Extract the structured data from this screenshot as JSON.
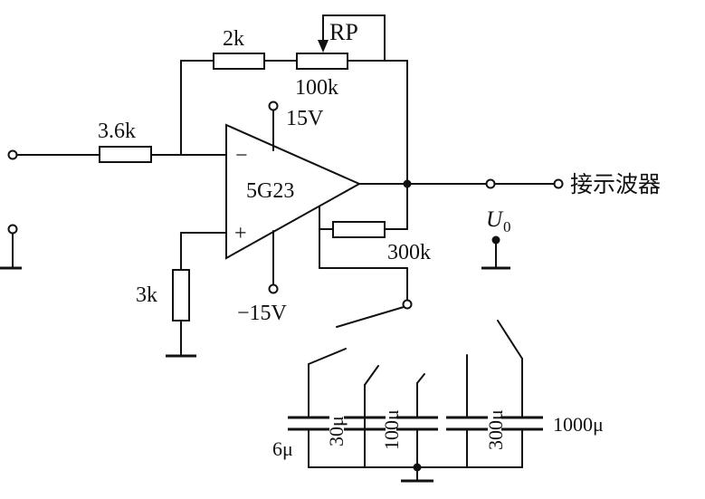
{
  "components": {
    "r_input": "3.6k",
    "r_feedback_fixed": "2k",
    "potentiometer_name": "RP",
    "potentiometer_value": "100k",
    "opamp": "5G23",
    "supply_positive": "15V",
    "supply_negative": "−15V",
    "opamp_inverting_sign": "−",
    "opamp_noninverting_sign": "+",
    "r_compensation": "300k",
    "r_ground": "3k"
  },
  "output": {
    "label": "接示波器",
    "voltage_symbol": "U",
    "voltage_subscript": "0"
  },
  "capacitors": [
    "6μ",
    "30μ",
    "100μ",
    "300μ",
    "1000μ"
  ]
}
